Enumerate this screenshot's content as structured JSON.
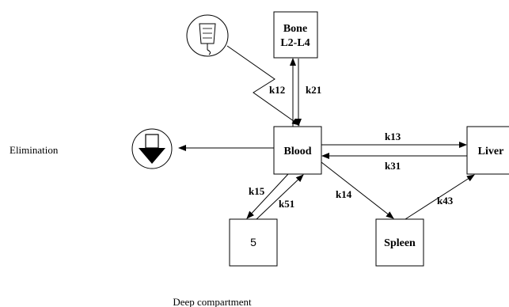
{
  "compartments": {
    "bone": {
      "line1": "Bone",
      "line2": "L2-L4"
    },
    "blood": {
      "label": "Blood"
    },
    "liver": {
      "label": "Liver"
    },
    "spleen": {
      "label": "Spleen"
    },
    "deep": {
      "label": "5"
    }
  },
  "rates": {
    "k12": "k12",
    "k21": "k21",
    "k13": "k13",
    "k31": "k31",
    "k14": "k14",
    "k43": "k43",
    "k15": "k15",
    "k51": "k51"
  },
  "labels": {
    "elimination": "Elimination",
    "deep_compartment": "Deep compartment"
  },
  "icons": {
    "infusion": "iv-bag-icon",
    "elimination": "down-arrow-icon"
  }
}
